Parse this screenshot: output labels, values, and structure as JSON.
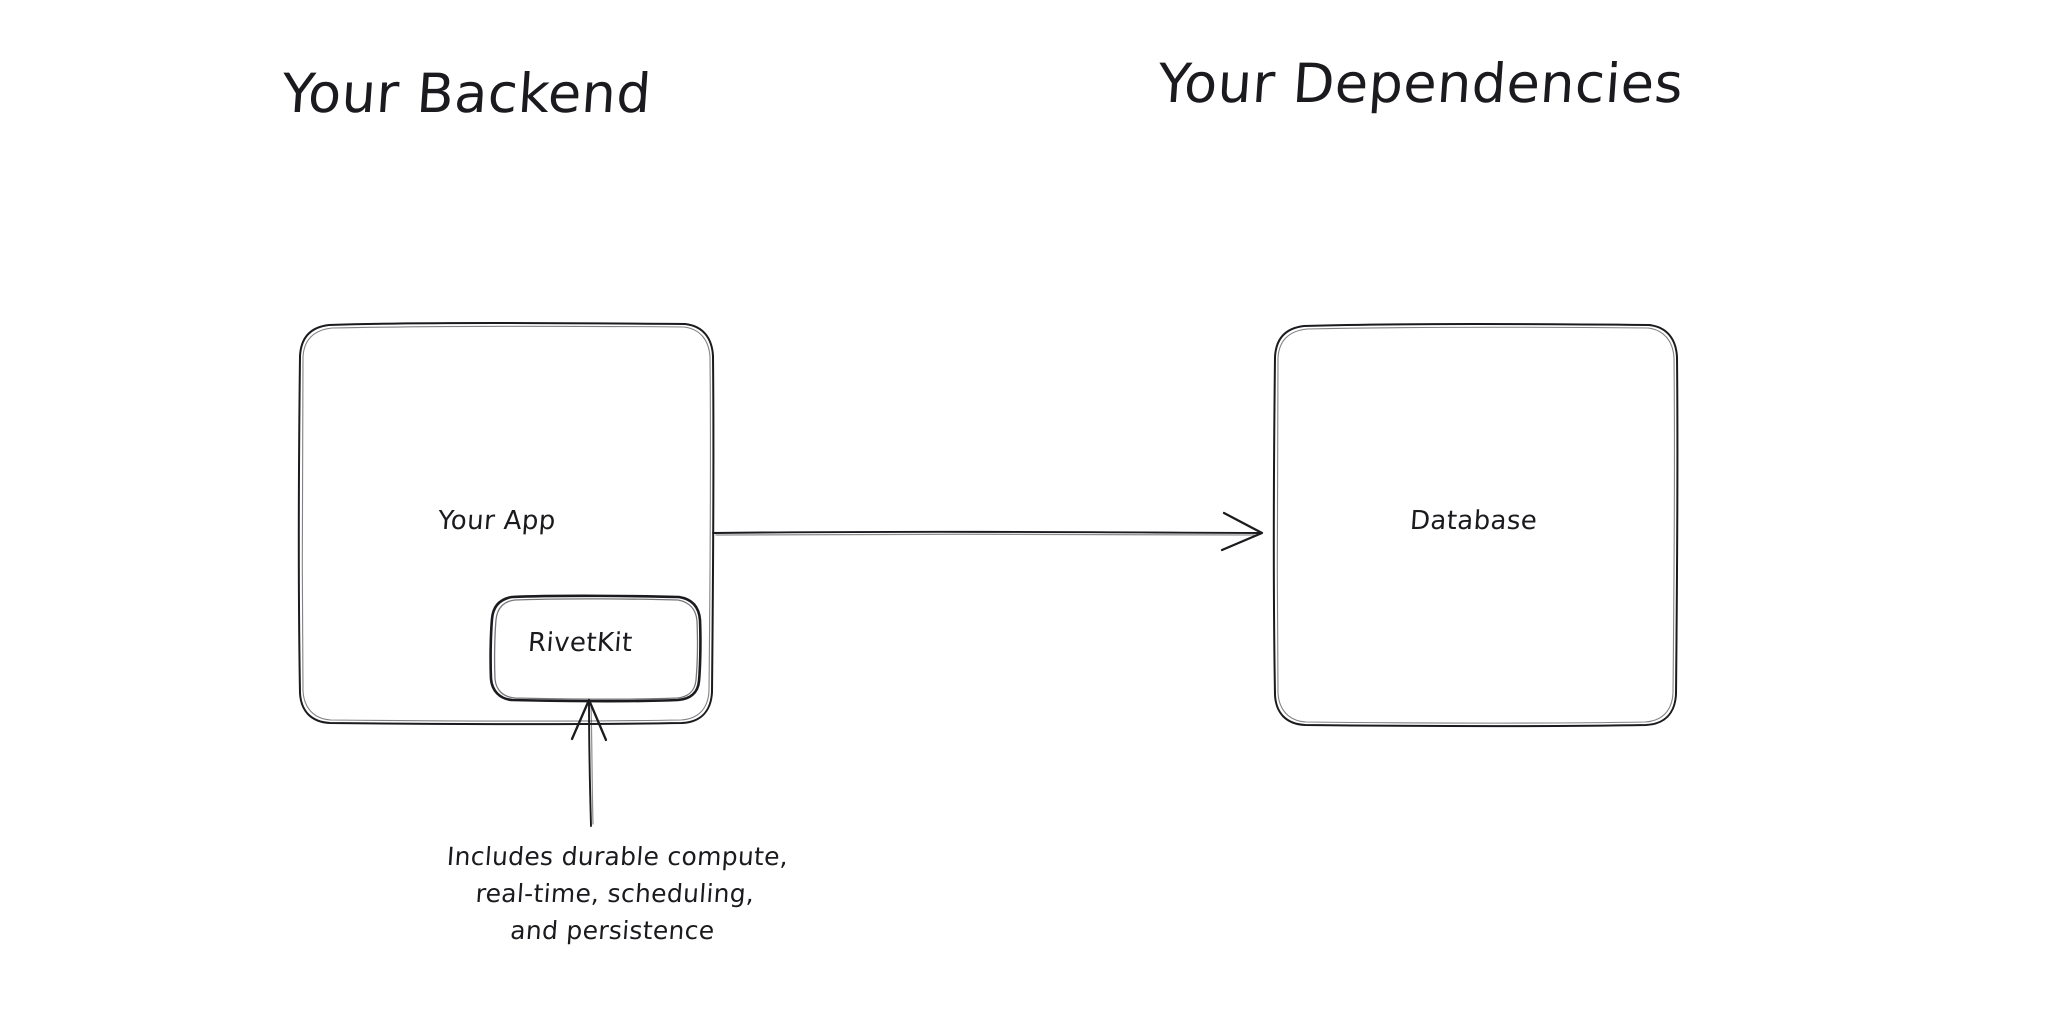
{
  "diagram": {
    "background_color": "#ffffff",
    "stroke_color": "#1b1b1f",
    "style": "hand-drawn",
    "headings": [
      {
        "id": "backend",
        "label": "Your Backend"
      },
      {
        "id": "dependencies",
        "label": "Your Dependencies"
      }
    ],
    "nodes": [
      {
        "id": "your-app",
        "label": "Your App"
      },
      {
        "id": "rivetkit",
        "label": "RivetKit"
      },
      {
        "id": "database",
        "label": "Database"
      }
    ],
    "annotations": {
      "note_lines": [
        "Includes durable compute,",
        "real-time, scheduling,",
        "and persistence"
      ]
    },
    "connections": [
      {
        "id": "app-to-database",
        "from": "your-app",
        "to": "database",
        "direction": "right"
      },
      {
        "id": "note-to-rivetkit",
        "from": "note",
        "to": "rivetkit",
        "direction": "up"
      }
    ]
  }
}
